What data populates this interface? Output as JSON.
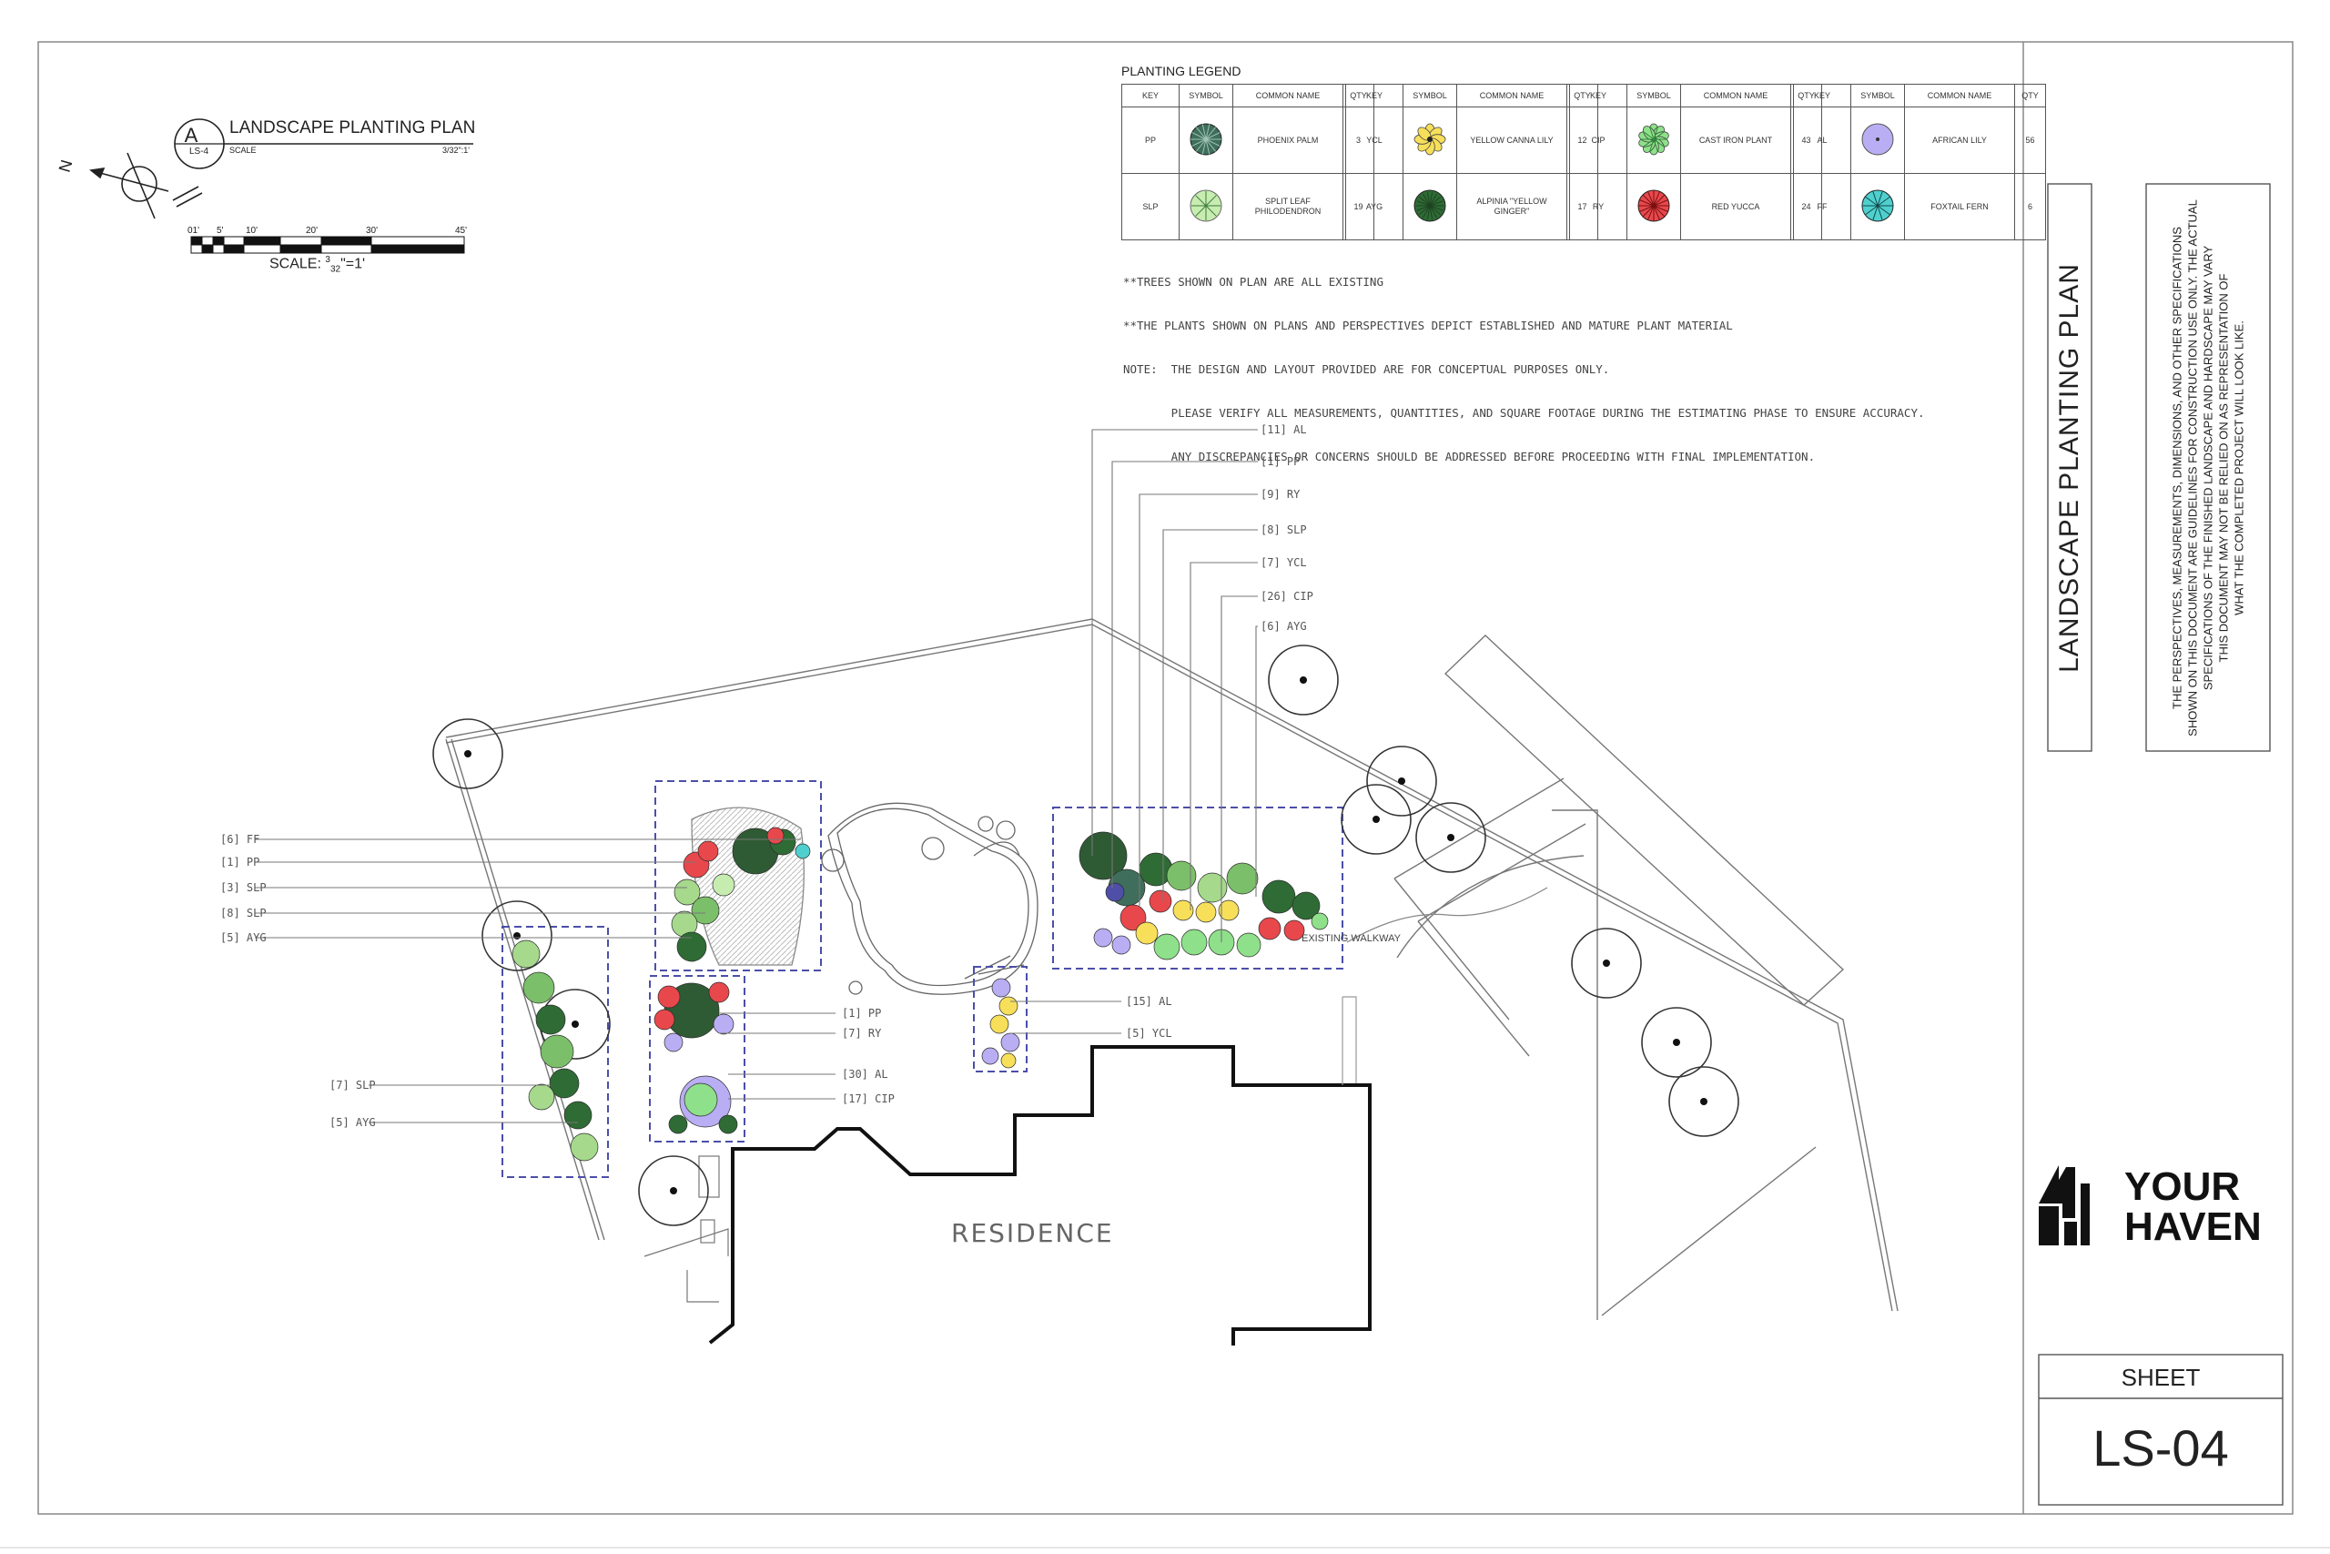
{
  "plan": {
    "title": "LANDSCAPE PLANTING PLAN",
    "badge_letter": "A",
    "badge_code": "LS-4",
    "scale_word": "SCALE",
    "scale_ratio": "3/32\":1'",
    "scale_bar_labels": [
      "01'",
      "5'",
      "10'",
      "20'",
      "30'",
      "45'"
    ],
    "scale_label_prefix": "SCALE:",
    "scale_label_num": "3",
    "scale_label_den": "32",
    "scale_label_suffix": "\"=1'",
    "north_label": "N"
  },
  "legend": {
    "title": "PLANTING LEGEND",
    "headers": [
      "KEY",
      "SYMBOL",
      "COMMON NAME",
      "QTY"
    ],
    "groups": [
      [
        {
          "key": "PP",
          "name": "PHOENIX PALM",
          "qty": "3",
          "icon": "phoenix-palm-symbol",
          "color": "#3f6e5c"
        },
        {
          "key": "SLP",
          "name": "SPLIT LEAF PHILODENDRON",
          "qty": "19",
          "icon": "split-leaf-philodendron-symbol",
          "color": "#c7ecb0"
        }
      ],
      [
        {
          "key": "YCL",
          "name": "YELLOW CANNA LILY",
          "qty": "12",
          "icon": "yellow-canna-lily-symbol",
          "color": "#f7df5a"
        },
        {
          "key": "AYG",
          "name": "ALPINIA \"YELLOW GINGER\"",
          "qty": "17",
          "icon": "alpinia-yellow-ginger-symbol",
          "color": "#2f6b35"
        }
      ],
      [
        {
          "key": "CIP",
          "name": "CAST IRON PLANT",
          "qty": "43",
          "icon": "cast-iron-plant-symbol",
          "color": "#8fe08a"
        },
        {
          "key": "RY",
          "name": "RED YUCCA",
          "qty": "24",
          "icon": "red-yucca-symbol",
          "color": "#e8484c"
        }
      ],
      [
        {
          "key": "AL",
          "name": "AFRICAN LILY",
          "qty": "56",
          "icon": "african-lily-symbol",
          "color": "#b9aef3"
        },
        {
          "key": "FF",
          "name": "FOXTAIL FERN",
          "qty": "6",
          "icon": "foxtail-fern-symbol",
          "color": "#4fd0cf"
        }
      ]
    ]
  },
  "notes": [
    "**TREES SHOWN ON PLAN ARE ALL EXISTING",
    "**THE PLANTS SHOWN ON PLANS AND PERSPECTIVES DEPICT ESTABLISHED AND MATURE PLANT MATERIAL",
    "NOTE:  THE DESIGN AND LAYOUT PROVIDED ARE FOR CONCEPTUAL PURPOSES ONLY.",
    "       PLEASE VERIFY ALL MEASUREMENTS, QUANTITIES, AND SQUARE FOOTAGE DURING THE ESTIMATING PHASE TO ENSURE ACCURACY.",
    "       ANY DISCREPANCIES OR CONCERNS SHOULD BE ADDRESSED BEFORE PROCEEDING WITH FINAL IMPLEMENTATION."
  ],
  "callouts": {
    "right_bed": [
      "[11] AL",
      "[1] PP",
      "[9] RY",
      "[8] SLP",
      "[7] YCL",
      "[26] CIP",
      "[6] AYG"
    ],
    "left_bed": [
      "[6] FF",
      "[1] PP",
      "[3] SLP",
      "[8] SLP",
      "[5] AYG"
    ],
    "west_bed": [
      "[7] SLP",
      "[5] AYG"
    ],
    "center_bed": [
      "[1] PP",
      "[7] RY",
      "[30] AL",
      "[17] CIP"
    ],
    "small_bed": [
      "[15] AL",
      "[5] YCL"
    ]
  },
  "site": {
    "residence": "RESIDENCE",
    "walkway": "EXISTING WALKWAY"
  },
  "title_block": {
    "vertical_title": "LANDSCAPE PLANTING PLAN",
    "disclaimer": [
      "THE PERSPECTIVES, MEASUREMENTS, DIMENSIONS, AND OTHER SPECIFICATIONS",
      "SHOWN ON THIS DOCUMENT ARE GUIDELINES FOR CONSTRUCTION USE ONLY. THE ACTUAL",
      "SPECIFICATIONS OF THE FINISHED LANDSCAPE AND HARDSCAPE MAY VARY",
      "THIS DOCUMENT MAY NOT BE RELIED ON AS REPRESENTATION OF",
      "WHAT THE COMPLETED PROJECT WILL LOOK LIKE."
    ],
    "brand_line1": "YOUR",
    "brand_line2": "HAVEN",
    "sheet_label": "SHEET",
    "sheet_number": "LS-04"
  }
}
